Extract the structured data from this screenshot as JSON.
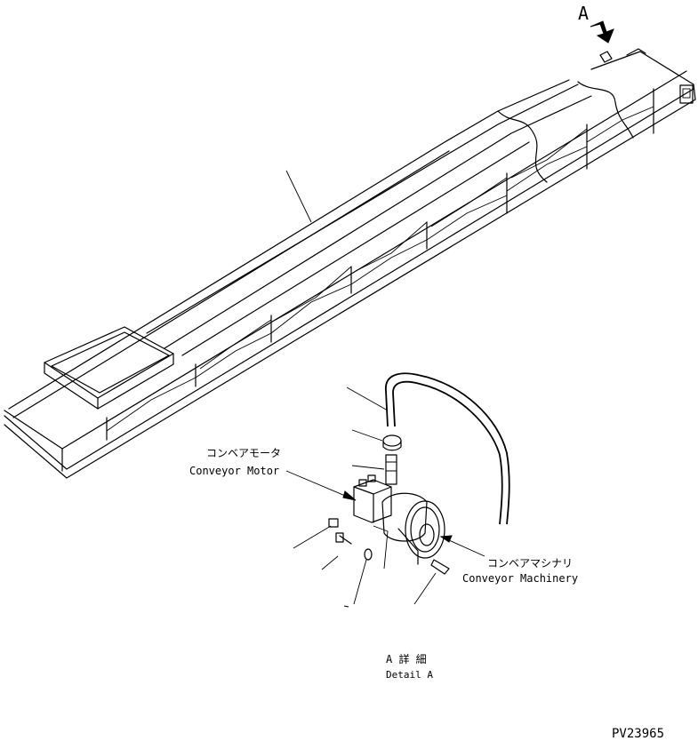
{
  "view_label": "A",
  "labels": {
    "motor_jp": "コンベアモータ",
    "motor_en": "Conveyor Motor",
    "machinery_jp": "コンベアマシナリ",
    "machinery_en": "Conveyor Machinery",
    "detail_jp": "A 詳 細",
    "detail_en": "Detail A",
    "figure_id": "PV23965"
  }
}
